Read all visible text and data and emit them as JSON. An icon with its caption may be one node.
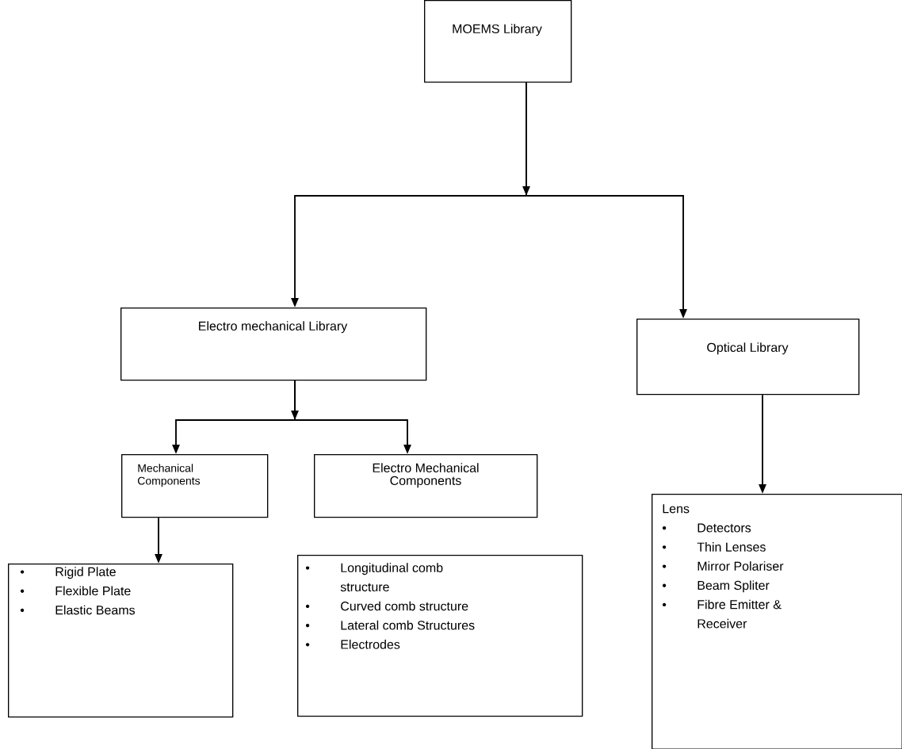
{
  "diagram": {
    "nodes": [
      {
        "text": [
          "MOEMS Library"
        ]
      },
      {
        "text": [
          "Electro mechanical Library"
        ]
      },
      {
        "text": [
          "Optical Library"
        ]
      },
      {
        "text": [
          "Mechanical Components"
        ]
      },
      {
        "text": [
          "Electro Mechanical Components"
        ]
      },
      {
        "text": [
          "Lens",
          "Detectors",
          "Thin Lenses",
          "Mirror Polariser",
          "Beam Spliter",
          "Fibre Emitter & Receiver"
        ]
      },
      {
        "text": [
          "Rigid Plate",
          "Flexible Plate",
          "Elastic Beams"
        ]
      },
      {
        "text": [
          "Longitudinal comb structure",
          "Curved comb structure",
          "Lateral comb Structures",
          "Electrodes"
        ]
      }
    ],
    "edges": [
      {
        "from": 0,
        "to": 1,
        "arrow": "to"
      },
      {
        "from": 0,
        "to": 2,
        "arrow": "to"
      },
      {
        "from": 1,
        "to": 3,
        "arrow": "to"
      },
      {
        "from": 1,
        "to": 4,
        "arrow": "to"
      },
      {
        "from": 3,
        "to": 6,
        "arrow": "to"
      },
      {
        "from": 2,
        "to": 5,
        "arrow": "to"
      }
    ],
    "labels": [
      "•",
      "•",
      "•",
      "•",
      "•",
      "•",
      "•",
      "•",
      "•",
      "•",
      "•",
      "•"
    ]
  }
}
